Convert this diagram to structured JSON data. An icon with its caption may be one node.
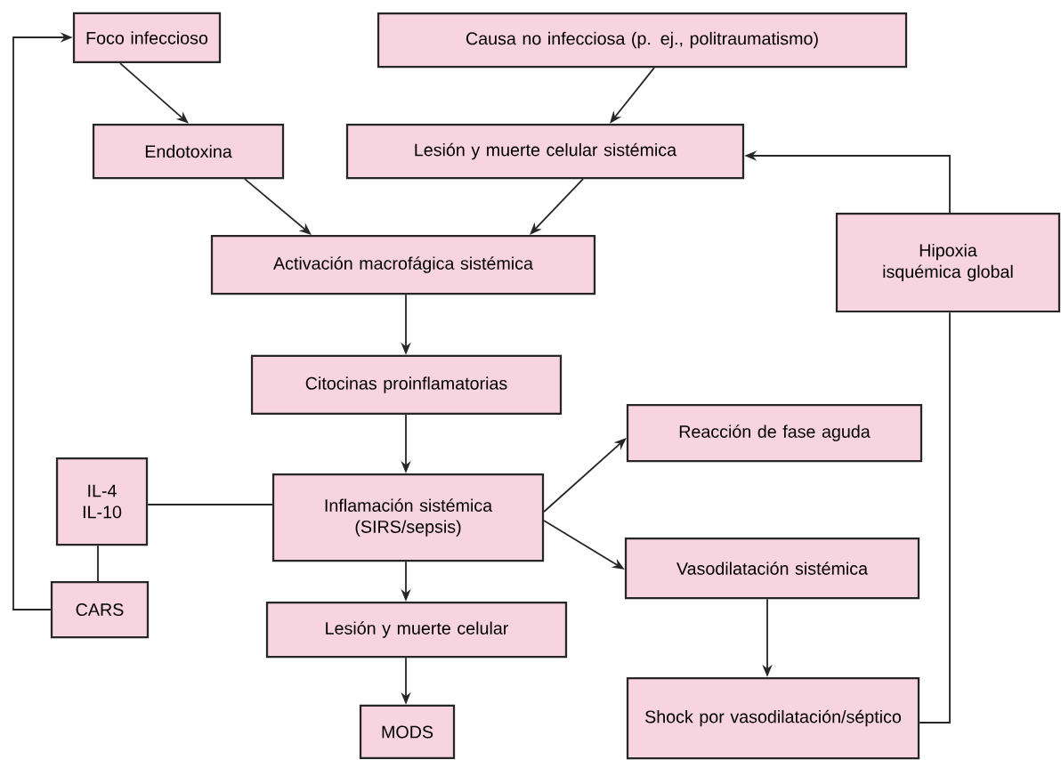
{
  "diagram": {
    "nodes": [
      {
        "text": [
          "Foco infeccioso"
        ]
      },
      {
        "text": [
          "Causa no infecciosa (p. ej., politraumatismo)"
        ]
      },
      {
        "text": [
          "Endotoxina"
        ]
      },
      {
        "text": [
          "Lesión y muerte celular sistémica"
        ]
      },
      {
        "text": [
          "Hipoxia isquémica global"
        ]
      },
      {
        "text": [
          "Activación macrofágica sistémica"
        ]
      },
      {
        "text": [
          "Citocinas proinflamatorias"
        ]
      },
      {
        "text": [
          "Reacción de fase aguda"
        ]
      },
      {
        "text": [
          "IL-4 IL-10"
        ]
      },
      {
        "text": [
          "Inflamación sistémica (SIRS/sepsis)"
        ]
      },
      {
        "text": [
          "Vasodilatación sistémica"
        ]
      },
      {
        "text": [
          "CARS"
        ]
      },
      {
        "text": [
          "Lesión y muerte celular"
        ]
      },
      {
        "text": [
          "MODS"
        ]
      },
      {
        "text": [
          "Shock por vasodilatación/séptico"
        ]
      }
    ],
    "edges": [
      {
        "from": 0,
        "to": 2,
        "arrow": "to"
      },
      {
        "from": 1,
        "to": 3,
        "arrow": "to"
      },
      {
        "from": 2,
        "to": 5,
        "arrow": "to"
      },
      {
        "from": 3,
        "to": 5,
        "arrow": "to"
      },
      {
        "from": 4,
        "to": 3,
        "arrow": "to"
      },
      {
        "from": 5,
        "to": 6,
        "arrow": "to"
      },
      {
        "from": 6,
        "to": 9,
        "arrow": "to"
      },
      {
        "from": 9,
        "to": 7,
        "arrow": "to"
      },
      {
        "from": 9,
        "to": 10,
        "arrow": "to"
      },
      {
        "from": 9,
        "to": 12,
        "arrow": "to"
      },
      {
        "from": 12,
        "to": 13,
        "arrow": "to"
      },
      {
        "from": 10,
        "to": 14,
        "arrow": "to"
      },
      {
        "from": 14,
        "to": 4,
        "arrow": "none"
      },
      {
        "from": 8,
        "to": 9,
        "arrow": "none"
      },
      {
        "from": 8,
        "to": 11,
        "arrow": "none"
      },
      {
        "from": 11,
        "to": 0,
        "arrow": "to"
      }
    ]
  }
}
